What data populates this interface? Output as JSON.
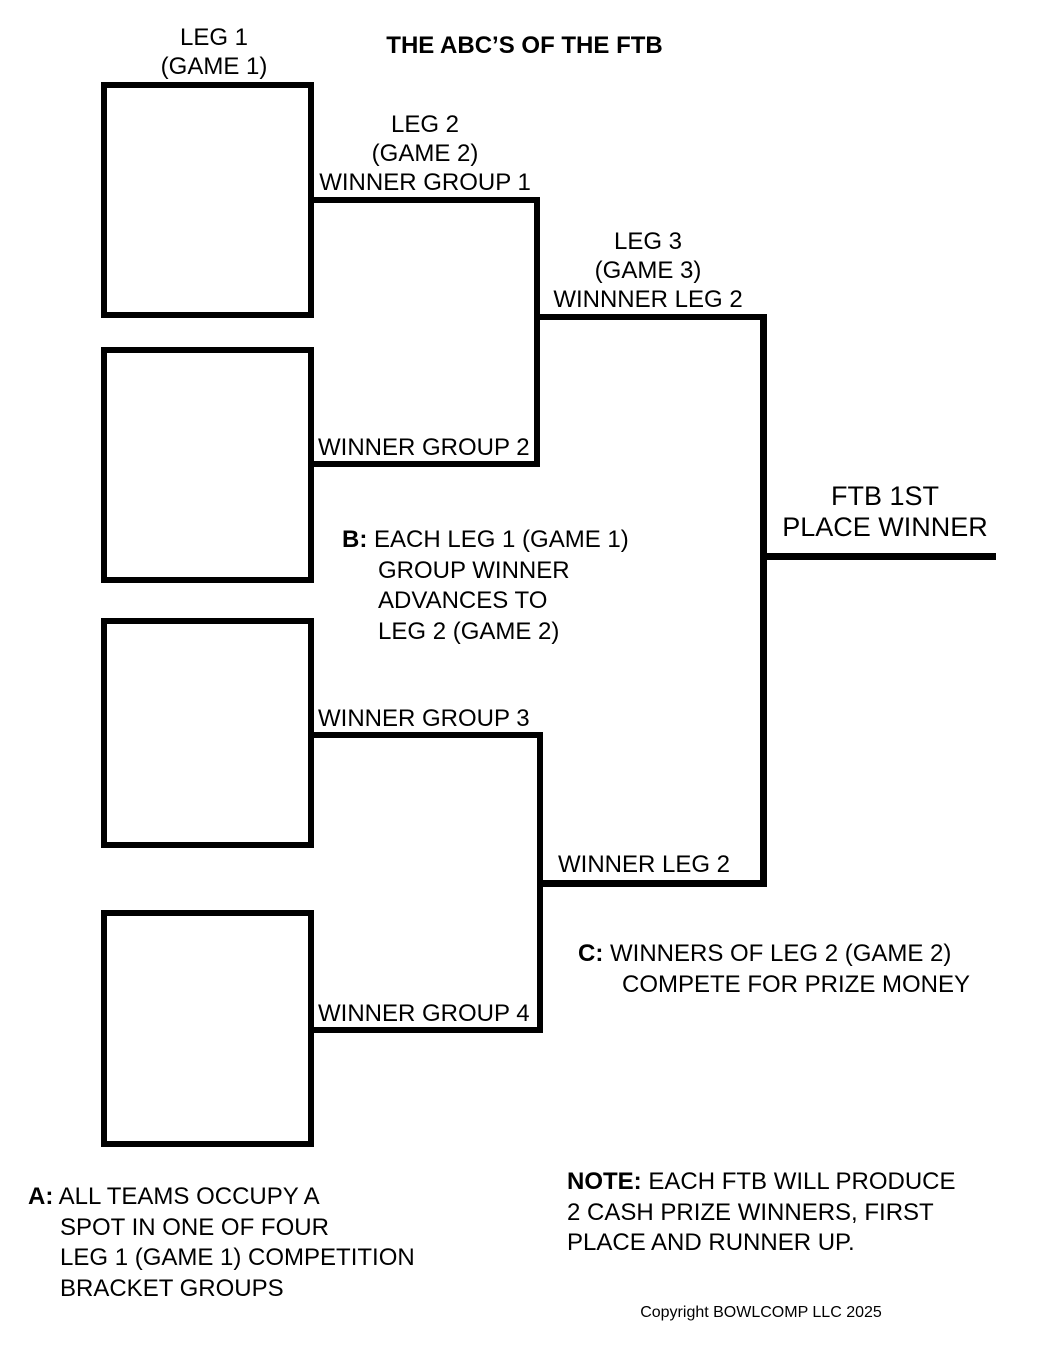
{
  "title": "THE ABC’S OF THE FTB",
  "bracket": {
    "leg1_header": "LEG 1\n(GAME 1)",
    "leg2_header": "LEG 2\n(GAME 2)\nWINNER GROUP 1",
    "leg3_header": "LEG 3\n(GAME 3)\nWINNNER LEG 2",
    "winner_group_2": "WINNER GROUP 2",
    "winner_group_3": "WINNER GROUP 3",
    "winner_group_4": "WINNER GROUP 4",
    "winner_leg_2": "WINNER LEG 2",
    "champion": "FTB 1ST\nPLACE WINNER"
  },
  "notes": {
    "a": {
      "prefix": "A:",
      "text": "ALL TEAMS OCCUPY A\nSPOT IN ONE OF FOUR\nLEG 1 (GAME 1) COMPETITION\nBRACKET GROUPS"
    },
    "b": {
      "prefix": "B:",
      "text": "EACH LEG 1 (GAME 1)\nGROUP WINNER\nADVANCES TO\nLEG 2 (GAME 2)"
    },
    "c": {
      "prefix": "C:",
      "text": "WINNERS OF LEG 2 (GAME 2)\nCOMPETE FOR PRIZE MONEY"
    },
    "note": {
      "prefix": "NOTE:",
      "text": "EACH FTB WILL PRODUCE\n2 CASH PRIZE WINNERS, FIRST\nPLACE AND RUNNER UP."
    }
  },
  "footer": {
    "copyright": "Copyright BOWLCOMP LLC 2025"
  },
  "colors": {
    "line": "#000000",
    "background": "#ffffff",
    "text": "#000000"
  }
}
